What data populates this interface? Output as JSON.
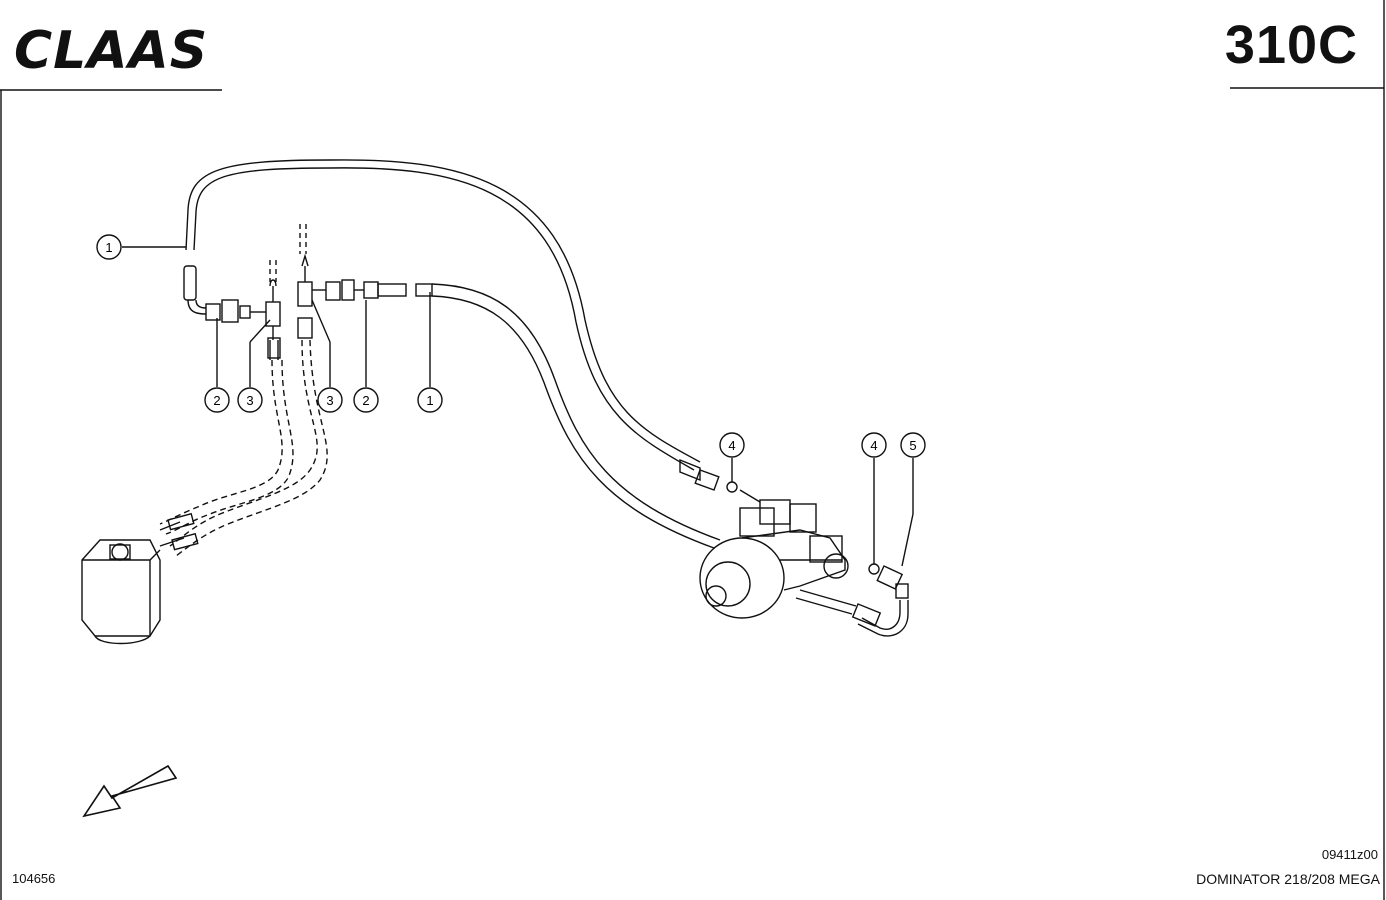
{
  "header": {
    "brand": "CLAAS",
    "page_code": "310C"
  },
  "footer": {
    "image_number": "104656",
    "drawing_code": "09411z00",
    "model": "DOMINATOR 218/208 MEGA"
  },
  "callouts": [
    {
      "label": "1"
    },
    {
      "label": "2"
    },
    {
      "label": "3"
    },
    {
      "label": "3"
    },
    {
      "label": "2"
    },
    {
      "label": "1"
    },
    {
      "label": "4"
    },
    {
      "label": "4"
    },
    {
      "label": "5"
    }
  ],
  "colors": {
    "ink": "#111111",
    "paper": "#ffffff"
  }
}
